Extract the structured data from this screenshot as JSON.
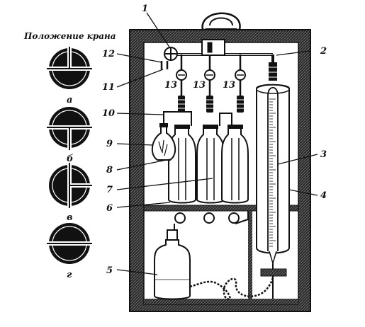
{
  "legend": {
    "title": "Положение крана",
    "letters": [
      "а",
      "б",
      "в",
      "г"
    ]
  },
  "callouts": {
    "c1": "1",
    "c2": "2",
    "c3": "3",
    "c4": "4",
    "c5": "5",
    "c6": "6",
    "c7": "7",
    "c8": "8",
    "c9": "9",
    "c10": "10",
    "c11": "11",
    "c12": "12",
    "c13a": "13",
    "c13b": "13",
    "c13c": "13"
  },
  "colors": {
    "ink": "#111111",
    "paper": "#ffffff",
    "hatch": "#3a3a3a"
  }
}
